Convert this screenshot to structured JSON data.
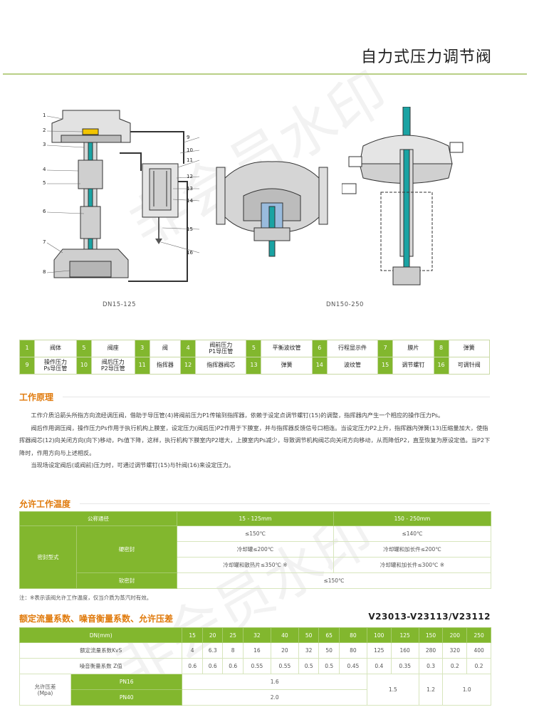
{
  "header": {
    "title": "自力式压力调节阀"
  },
  "figures": {
    "left_caption": "DN15-125",
    "right_caption": "DN150-250",
    "callouts": [
      "1",
      "2",
      "3",
      "4",
      "5",
      "6",
      "7",
      "8",
      "9",
      "10",
      "11",
      "12",
      "13",
      "14",
      "15",
      "16"
    ]
  },
  "parts": [
    [
      [
        "1",
        "阀体"
      ],
      [
        "5",
        "阀座"
      ],
      [
        "3",
        "阀"
      ],
      [
        "4",
        "阀前压力\nP1导压管"
      ],
      [
        "5",
        "平衡波纹管"
      ],
      [
        "6",
        "行程显示件"
      ],
      [
        "7",
        "膜片"
      ],
      [
        "8",
        "弹簧"
      ]
    ],
    [
      [
        "9",
        "操作压力\nPs导压管"
      ],
      [
        "10",
        "阀后压力\nP2导压管"
      ],
      [
        "11",
        "指挥器"
      ],
      [
        "12",
        "指挥器阀芯"
      ],
      [
        "13",
        "弹簧"
      ],
      [
        "14",
        "波纹管"
      ],
      [
        "15",
        "调节螺钉"
      ],
      [
        "16",
        "可调针阀"
      ]
    ]
  ],
  "principle": {
    "heading": "工作原理",
    "paragraphs": [
      "工作介质沿箭头所指方向流经调压阀，借助于导压管(4)将阀前压力P1传输到指挥器，依赖于设定点调节螺钉(15)的调整，指挥器内产生一个相应的操作压力Ps。",
      "阀后作用调压阀，操作压力Ps作用于执行机构上膜室，设定压力(阀后压)P2作用于下膜室，并与指挥器反馈信号口相连。当设定压力P2上升，指挥器内弹簧(13)压缩量加大，使指挥器阀芯(12)向关闭方向(向下)移动，Ps值下降，这样，执行机构下膜室内P2增大，上膜室内Ps减少，导致调节机构阀芯向关闭方向移动，从而降低P2，直至恢复为原设定值。当P2下降时，作用方向与上述相反。",
      "当现场设定阀后(或阀前)压力时，可通过调节螺钉(15)与针阀(16)来设定压力。"
    ]
  },
  "temperature": {
    "heading": "允许工作温度",
    "header": [
      "公称通径",
      "15 - 125mm",
      "150 - 250mm"
    ],
    "seal_type": "密封型式",
    "hard_seal": "硬密封",
    "soft_seal": "软密封",
    "hard_rows": [
      [
        "≤150℃",
        "≤140℃"
      ],
      [
        "冷却罐≤200℃",
        "冷却罐和加长件≤200℃"
      ],
      [
        "冷却罐和散热片≤350℃ ※",
        "冷却罐和加长件≤300℃ ※"
      ]
    ],
    "soft_value": "≤150℃",
    "note": "注：※表示该阀允许工作温度，仅当介质为蒸汽时有效。"
  },
  "flow": {
    "heading": "额定流量系数、噪音衡量系数、允许压差",
    "model": "V23013-V23113/V23112",
    "dn_label": "DN(mm)",
    "dn": [
      "15",
      "20",
      "25",
      "32",
      "40",
      "50",
      "65",
      "80",
      "100",
      "125",
      "150",
      "200",
      "250"
    ],
    "kvs_label": "额定流量系数KvS",
    "kvs": [
      "4",
      "6.3",
      "8",
      "16",
      "20",
      "32",
      "50",
      "80",
      "125",
      "160",
      "280",
      "320",
      "400"
    ],
    "z_label": "噪音衡量系数 Z值",
    "z": [
      "0.6",
      "0.6",
      "0.6",
      "0.55",
      "0.55",
      "0.5",
      "0.5",
      "0.45",
      "0.4",
      "0.35",
      "0.3",
      "0.2",
      "0.2"
    ],
    "dp_label": "允许压差\n(Mpa)",
    "pn16": "PN16",
    "pn40": "PN40",
    "dp_pn16": "1.6",
    "dp_pn40": "2.0",
    "dp_100_125": "1.5",
    "dp_150": "1.2",
    "dp_200_250": "1.0"
  },
  "colors": {
    "accent_green": "#82b72e",
    "heading_orange": "#e07a0c"
  }
}
